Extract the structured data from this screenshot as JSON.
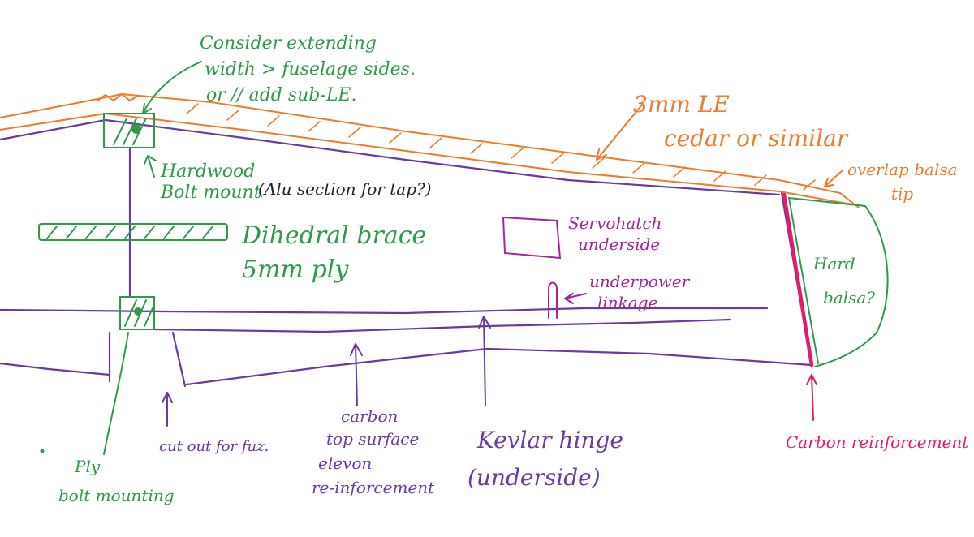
{
  "colors": {
    "structure": "#6a3aa0",
    "leading_edge": "#f07a2a",
    "mounts": "#2e9a4a",
    "servo": "#a0289a",
    "carbon": "#e8186a"
  },
  "annotations": {
    "extend_note_1": "Consider extending",
    "extend_note_2": "width > fuselage sides.",
    "extend_note_3": "or // add sub-LE.",
    "le_title": "3mm LE",
    "le_subtitle": "cedar or similar",
    "overlap_1": "overlap balsa",
    "overlap_2": "tip",
    "hardwood_1": "Hardwood",
    "hardwood_2": "Bolt mount",
    "hardwood_note": "(Alu section for tap?)",
    "dihedral_1": "Dihedral brace",
    "dihedral_2": "5mm ply",
    "servo_1": "Servohatch",
    "servo_2": "underside",
    "linkage_1": "underpower",
    "linkage_2": "linkage.",
    "hard_balsa_1": "Hard",
    "hard_balsa_2": "balsa?",
    "ply_1": "Ply",
    "ply_2": "bolt mounting",
    "cutout": "cut out for fuz.",
    "carbon_1": "carbon",
    "carbon_2": "top surface",
    "carbon_3": "elevon",
    "carbon_4": "re-inforcement",
    "kevlar_1": "Kevlar hinge",
    "kevlar_2": "(underside)",
    "carbon_reinf": "Carbon reinforcement"
  }
}
